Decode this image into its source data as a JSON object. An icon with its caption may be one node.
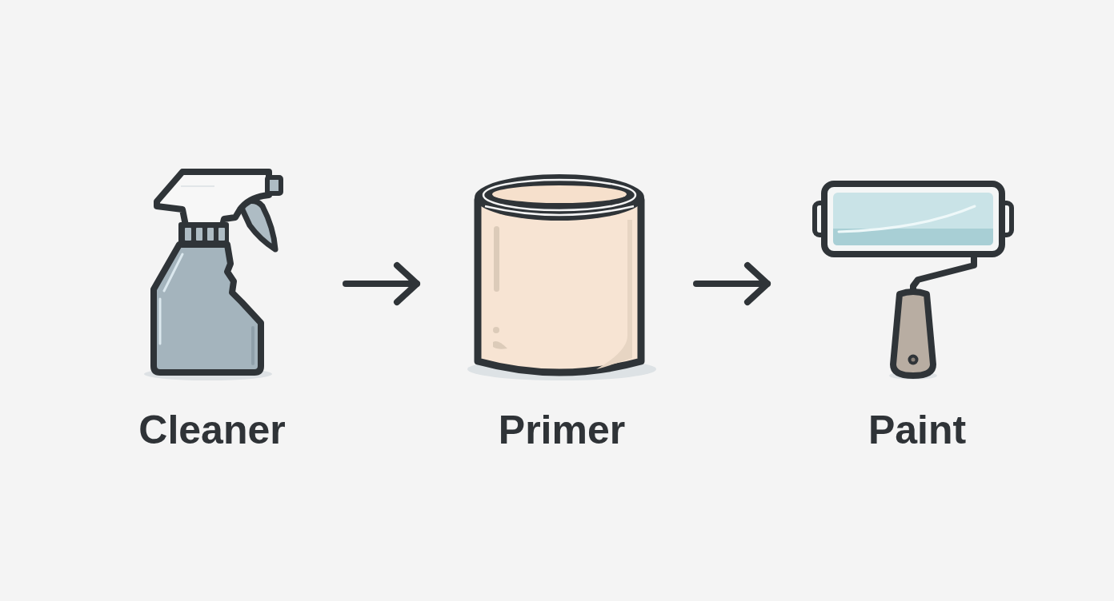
{
  "diagram": {
    "nodes": [
      {
        "text": [
          "Cleaner"
        ]
      },
      {
        "text": [
          "Primer"
        ]
      },
      {
        "text": [
          "Paint"
        ]
      }
    ],
    "edges": [
      {
        "from": 0,
        "to": 1,
        "arrow": "to"
      },
      {
        "from": 1,
        "to": 2,
        "arrow": "to"
      }
    ]
  }
}
